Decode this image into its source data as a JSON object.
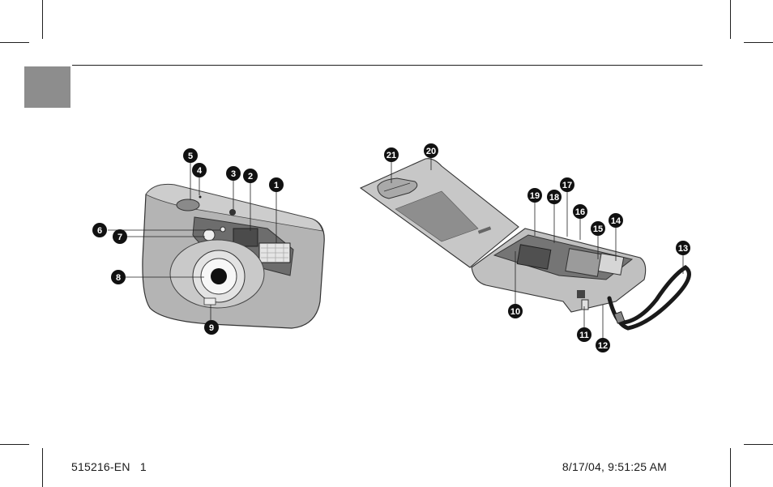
{
  "footer": {
    "doc_id": "515216-EN   1",
    "timestamp": "8/17/04, 9:51:25 AM"
  },
  "callouts": {
    "c1": "1",
    "c2": "2",
    "c3": "3",
    "c4": "4",
    "c5": "5",
    "c6": "6",
    "c7": "7",
    "c8": "8",
    "c9": "9",
    "c10": "10",
    "c11": "11",
    "c12": "12",
    "c13": "13",
    "c14": "14",
    "c15": "15",
    "c16": "16",
    "c17": "17",
    "c18": "18",
    "c19": "19",
    "c20": "20",
    "c21": "21"
  }
}
